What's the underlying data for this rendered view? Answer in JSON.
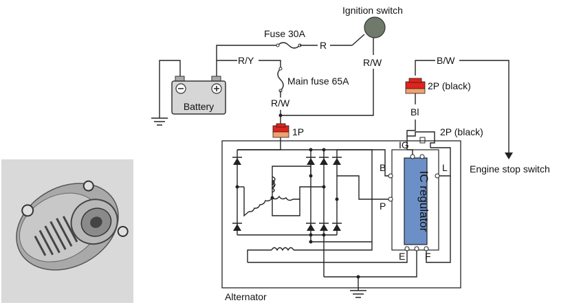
{
  "labels": {
    "ignition_switch": "Ignition switch",
    "fuse_30a": "Fuse 30A",
    "wire_r": "R",
    "wire_ry": "R/Y",
    "wire_rw_top": "R/W",
    "wire_rw_bottom": "R/W",
    "main_fuse": "Main fuse 65A",
    "battery": "Battery",
    "connector_1p": "1P",
    "wire_bw": "B/W",
    "connector_2p_top": "2P (black)",
    "wire_bl": "Bl",
    "connector_2p_mid": "2P (black)",
    "engine_stop_switch": "Engine stop switch",
    "terminal_ig": "IG",
    "terminal_b": "B",
    "terminal_l": "L",
    "terminal_p": "P",
    "terminal_e": "E",
    "terminal_f": "F",
    "ic_regulator": "IC regulator",
    "alternator": "Alternator"
  },
  "colors": {
    "ignition_switch": "#6f7a6b",
    "connector_red": "#e0241c",
    "connector_orange": "#f0a070",
    "regulator_fill": "#6c8fc7",
    "battery_fill": "#d6d6d6",
    "photo_bg": "#d9d9d9"
  },
  "icons": {
    "battery_negative": "minus-icon",
    "battery_positive": "plus-icon"
  }
}
